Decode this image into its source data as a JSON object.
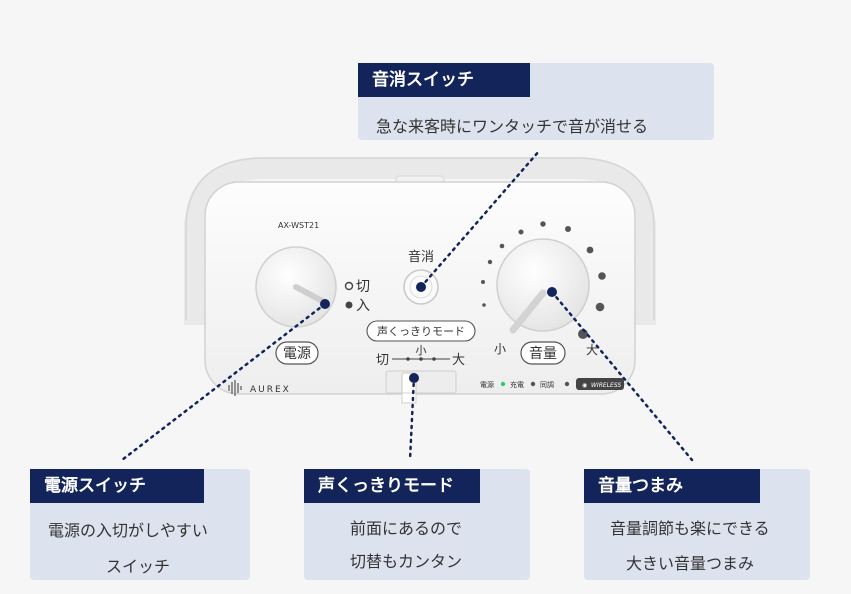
{
  "device": {
    "model": "AX-WST21",
    "brand": "AUREX",
    "mute_label": "音消",
    "power_off": "切",
    "power_on": "入",
    "power_label": "電源",
    "mode_label": "声くっきりモード",
    "mode_off": "切",
    "mode_low": "小",
    "mode_high": "大",
    "vol_low": "小",
    "vol_high": "大",
    "vol_label": "音量",
    "status": [
      {
        "label": "電源",
        "color": "#2ecc71"
      },
      {
        "label": "充電",
        "color": "#555555"
      },
      {
        "label": "同調",
        "color": "#555555"
      }
    ],
    "wireless": "WIRELESS"
  },
  "callouts": {
    "mute": {
      "title": "音消スイッチ",
      "lines": [
        "急な来客時にワンタッチで音が消せる"
      ]
    },
    "power": {
      "title": "電源スイッチ",
      "lines": [
        "電源の入切がしやすい",
        "スイッチ"
      ]
    },
    "mode": {
      "title": "声くっきりモード",
      "lines": [
        "前面にあるので",
        "切替もカンタン"
      ]
    },
    "volume": {
      "title": "音量つまみ",
      "lines": [
        "音量調節も楽にできる",
        "大きい音量つまみ"
      ]
    }
  }
}
